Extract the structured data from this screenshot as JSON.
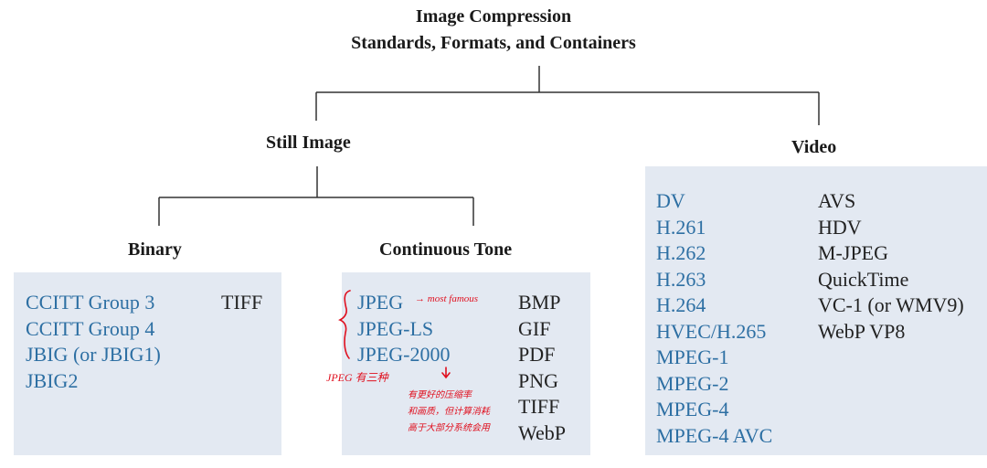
{
  "title": {
    "line1": "Image Compression",
    "line2": "Standards, Formats, and Containers"
  },
  "still_image": {
    "heading": "Still Image",
    "binary": {
      "heading": "Binary",
      "standards": [
        "CCITT Group 3",
        "CCITT Group 4",
        "JBIG (or JBIG1)",
        "JBIG2"
      ],
      "formats": [
        "TIFF"
      ]
    },
    "continuous_tone": {
      "heading": "Continuous Tone",
      "standards": [
        "JPEG",
        "JPEG-LS",
        "JPEG-2000"
      ],
      "formats": [
        "BMP",
        "GIF",
        "PDF",
        "PNG",
        "TIFF",
        "WebP"
      ]
    }
  },
  "video": {
    "heading": "Video",
    "standards": [
      "DV",
      "H.261",
      "H.262",
      "H.263",
      "H.264",
      "HVEC/H.265",
      "MPEG-1",
      "MPEG-2",
      "MPEG-4",
      "MPEG-4 AVC"
    ],
    "formats": [
      "AVS",
      "HDV",
      "M-JPEG",
      "QuickTime",
      "VC-1 (or WMV9)",
      "WebP VP8"
    ]
  },
  "annotations": {
    "jpeg_note": "→ most famous",
    "group_note": "JPEG 有三种",
    "jpeg2000_note": [
      "有更好的压缩率",
      "和画质，但计算消耗",
      "高于大部分系统会用"
    ],
    "ink_color": "#e0101f",
    "standard_color": "#2d6fa3",
    "panel_color": "#e3e9f2"
  }
}
